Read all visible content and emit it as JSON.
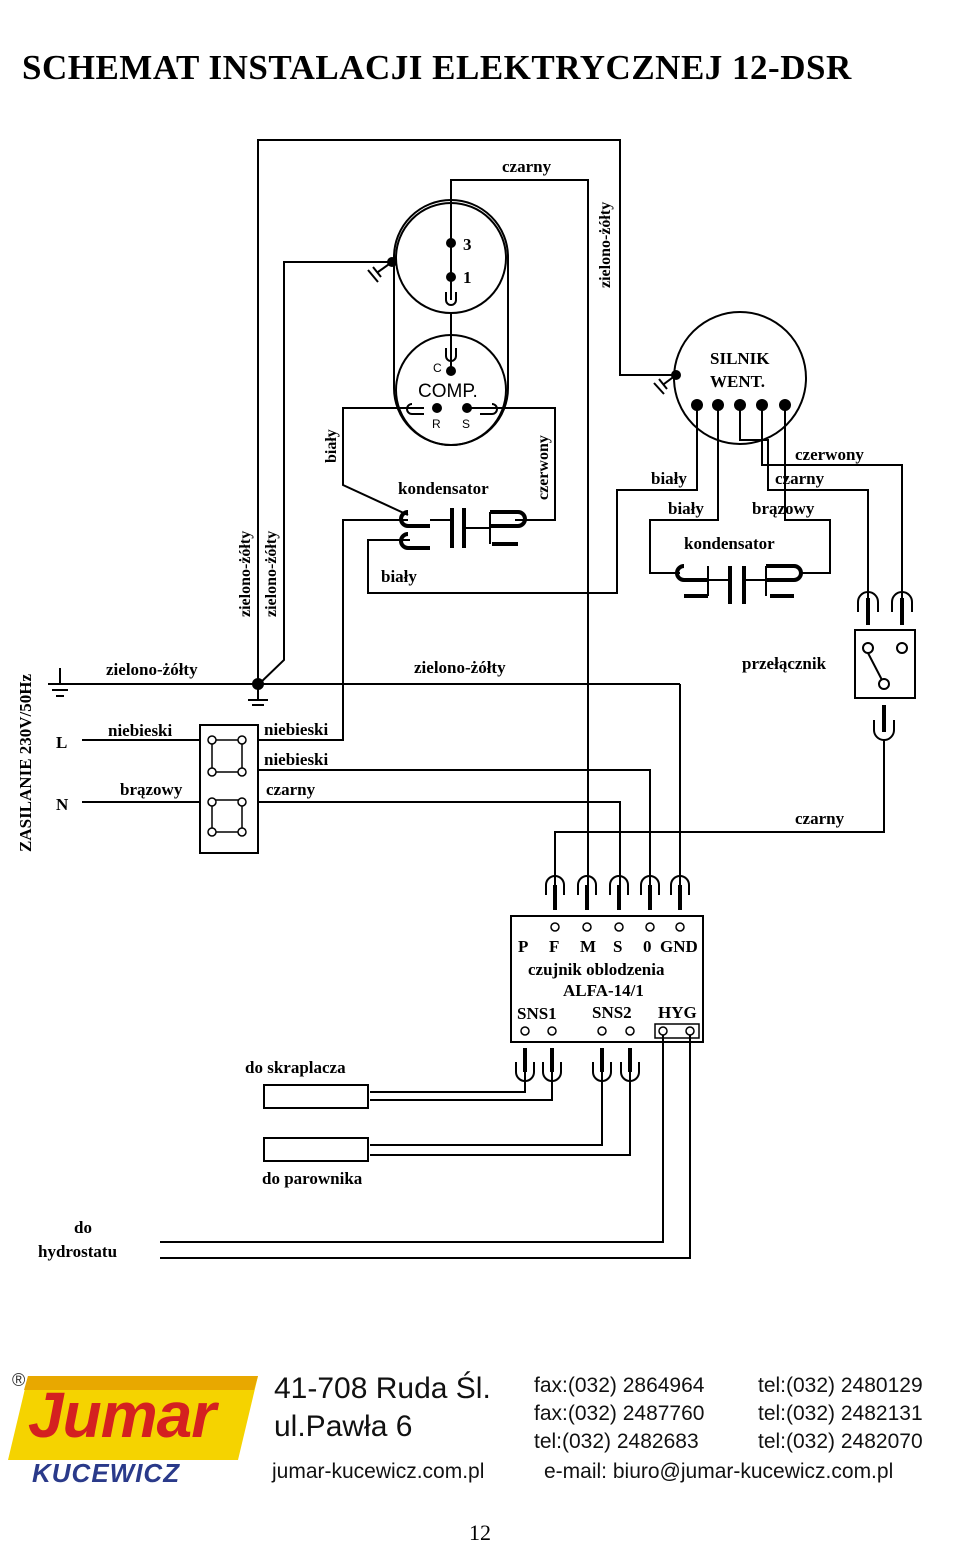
{
  "title": "SCHEMAT INSTALACJI ELEKTRYCZNEJ 12-DSR",
  "power": {
    "label": "ZASILANIE 230V/50Hz",
    "terminal_l": "L",
    "terminal_n": "N"
  },
  "wires": {
    "czarny_top": "czarny",
    "zolty_top_vertical": "zielono-żółty",
    "bialy_left": "biały",
    "czerwony_comp": "czerwony",
    "kondensator_1": "kondensator",
    "bialy_cap": "biały",
    "zolty_v1": "zielono-żółty",
    "zolty_v2": "zielono-żółty",
    "zolty_ground_left": "zielono-żółty",
    "zolty_ground_mid": "zielono-żółty",
    "niebieski_in": "niebieski",
    "niebieski_out1": "niebieski",
    "niebieski_out2": "niebieski",
    "brazowy_in": "brązowy",
    "czarny_out": "czarny",
    "bialy_fan1": "biały",
    "bialy_fan2": "biały",
    "czerwony_fan": "czerwony",
    "czarny_fan": "czarny",
    "brazowy_fan": "brązowy",
    "kondensator_2": "kondensator",
    "przelacznik": "przełącznik",
    "czarny_switch": "czarny"
  },
  "compressor": {
    "pin3": "3",
    "pin1": "1",
    "pin_c": "C",
    "label": "COMP.",
    "pin_r": "R",
    "pin_s": "S"
  },
  "fan_motor": {
    "line1": "SILNIK",
    "line2": "WENT."
  },
  "controller": {
    "pins": [
      "P",
      "F",
      "M",
      "S",
      "0",
      "GND"
    ],
    "line1": "czujnik oblodzenia",
    "line2": "ALFA-14/1",
    "sns1": "SNS1",
    "sns2": "SNS2",
    "hyg": "HYG"
  },
  "sensors": {
    "skraplacz": "do skraplacza",
    "parownik": "do parownika",
    "hydrostat_line1": "do",
    "hydrostat_line2": "hydrostatu"
  },
  "footer": {
    "logo_text": "Jumar",
    "logo_sub": "KUCEWICZ",
    "logo_mark": "®",
    "address1": "41-708 Ruda Śl.",
    "address2": "ul.Pawła 6",
    "website": "jumar-kucewicz.com.pl",
    "fax1": "fax:(032) 2864964",
    "fax2": "fax:(032) 2487760",
    "tel1": "tel:(032) 2482683",
    "email": "e-mail: biuro@jumar-kucewicz.com.pl",
    "tel2": "tel:(032) 2480129",
    "tel3": "tel:(032) 2482131",
    "tel4": "tel:(032) 2482070"
  },
  "page_number": "12"
}
